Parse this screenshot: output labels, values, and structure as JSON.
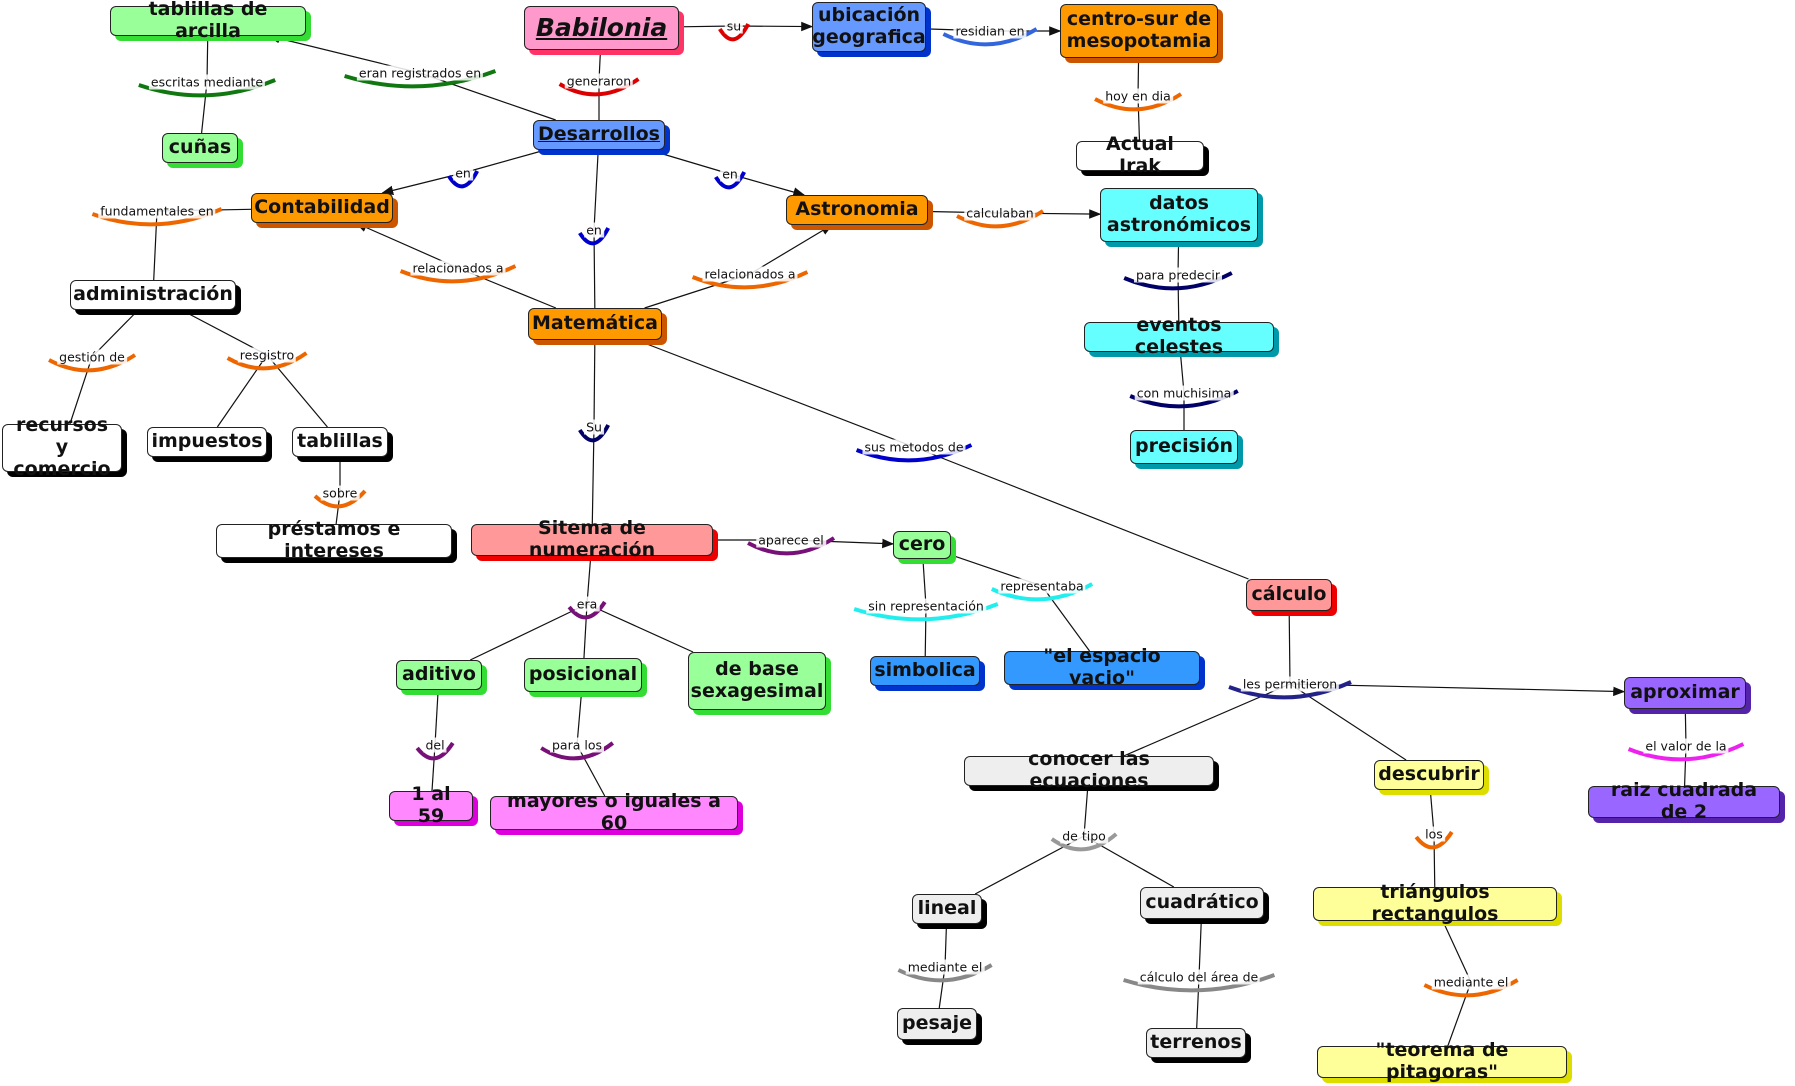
{
  "colors": {
    "pink": "#ff99cc",
    "blue": "#6699ff",
    "orange": "#ff9900",
    "green": "#99ff99",
    "cyan": "#66ffff",
    "white": "#ffffff",
    "salmon": "#ff9999",
    "darkblue": "#3399ff",
    "magenta": "#ff88ff",
    "purple": "#9966ff",
    "yellow": "#ffff99",
    "grey": "#eeeeee"
  },
  "concepts": [
    {
      "id": "babilonia",
      "text": "Babilonia",
      "color": "pink",
      "shadow": "#ff3366"
    },
    {
      "id": "ubicacion",
      "text": "ubicación geografica",
      "color": "blue",
      "shadow": "#0033cc"
    },
    {
      "id": "centro_sur",
      "text": "centro-sur de mesopotamia",
      "color": "orange",
      "shadow": "#cc5500"
    },
    {
      "id": "actual_irak",
      "text": "Actual Irak",
      "color": "white",
      "shadow": "#000000"
    },
    {
      "id": "tablillas_arcilla",
      "text": "tablillas de arcilla",
      "color": "green",
      "shadow": "#33dd33"
    },
    {
      "id": "cunas",
      "text": "cuñas",
      "color": "green",
      "shadow": "#33dd33"
    },
    {
      "id": "desarrollos",
      "text": "Desarrollos",
      "color": "blue",
      "shadow": "#0033cc"
    },
    {
      "id": "contabilidad",
      "text": "Contabilidad",
      "color": "orange",
      "shadow": "#cc5500"
    },
    {
      "id": "astronomia",
      "text": "Astronomia",
      "color": "orange",
      "shadow": "#cc5500"
    },
    {
      "id": "datos_astro",
      "text": "datos astronómicos",
      "color": "cyan",
      "shadow": "#0099aa"
    },
    {
      "id": "eventos",
      "text": "eventos celestes",
      "color": "cyan",
      "shadow": "#0099aa"
    },
    {
      "id": "precision",
      "text": "precisión",
      "color": "cyan",
      "shadow": "#0099aa"
    },
    {
      "id": "administracion",
      "text": "administración",
      "color": "white",
      "shadow": "#000000"
    },
    {
      "id": "recursos",
      "text": "recursos y comercio",
      "color": "white",
      "shadow": "#000000"
    },
    {
      "id": "impuestos",
      "text": "impuestos",
      "color": "white",
      "shadow": "#000000"
    },
    {
      "id": "tablillas",
      "text": "tablillas",
      "color": "white",
      "shadow": "#000000"
    },
    {
      "id": "prestamos",
      "text": "préstamos e intereses",
      "color": "white",
      "shadow": "#000000"
    },
    {
      "id": "matematica",
      "text": "Matemática",
      "color": "orange",
      "shadow": "#cc5500"
    },
    {
      "id": "sistema",
      "text": "Sitema de numeración",
      "color": "salmon",
      "shadow": "#ee0000"
    },
    {
      "id": "cero",
      "text": "cero",
      "color": "green",
      "shadow": "#33dd33"
    },
    {
      "id": "simbolica",
      "text": "simbolica",
      "color": "darkblue",
      "shadow": "#0033cc"
    },
    {
      "id": "espacio",
      "text": "\"el espacio vacio\"",
      "color": "darkblue",
      "shadow": "#0033cc"
    },
    {
      "id": "calculo",
      "text": "cálculo",
      "color": "salmon",
      "shadow": "#ee0000"
    },
    {
      "id": "aditivo",
      "text": "aditivo",
      "color": "green",
      "shadow": "#33dd33"
    },
    {
      "id": "posicional",
      "text": "posicional",
      "color": "green",
      "shadow": "#33dd33"
    },
    {
      "id": "sexagesimal",
      "text": "de base sexagesimal",
      "color": "green",
      "shadow": "#33dd33"
    },
    {
      "id": "uno_59",
      "text": "1 al 59",
      "color": "magenta",
      "shadow": "#dd00dd"
    },
    {
      "id": "mayores60",
      "text": "mayores o iguales a 60",
      "color": "magenta",
      "shadow": "#dd00dd"
    },
    {
      "id": "aproximar",
      "text": "aproximar",
      "color": "purple",
      "shadow": "#5522aa"
    },
    {
      "id": "raiz",
      "text": "raiz cuadrada de 2",
      "color": "purple",
      "shadow": "#5522aa"
    },
    {
      "id": "conocer",
      "text": "conocer las ecuaciones",
      "color": "grey",
      "shadow": "#000000"
    },
    {
      "id": "descubrir",
      "text": "descubrir",
      "color": "yellow",
      "shadow": "#dddd00"
    },
    {
      "id": "lineal",
      "text": "lineal",
      "color": "grey",
      "shadow": "#000000"
    },
    {
      "id": "cuadratico",
      "text": "cuadrático",
      "color": "grey",
      "shadow": "#000000"
    },
    {
      "id": "pesaje",
      "text": "pesaje",
      "color": "grey",
      "shadow": "#000000"
    },
    {
      "id": "terrenos",
      "text": "terrenos",
      "color": "grey",
      "shadow": "#000000"
    },
    {
      "id": "triangulos",
      "text": "triángulos rectangulos",
      "color": "yellow",
      "shadow": "#dddd00"
    },
    {
      "id": "pitagoras",
      "text": "\"teorema de pitagoras\"",
      "color": "yellow",
      "shadow": "#dddd00"
    }
  ],
  "connectors": [
    {
      "id": "su",
      "text": "su",
      "arc": "#dd0000"
    },
    {
      "id": "residian",
      "text": "residian en",
      "arc": "#3366dd"
    },
    {
      "id": "hoy",
      "text": "hoy en dia",
      "arc": "#ee6600"
    },
    {
      "id": "generaron",
      "text": "generaron",
      "arc": "#dd0000"
    },
    {
      "id": "eran_reg",
      "text": "eran registrados en",
      "arc": "#117711"
    },
    {
      "id": "escritas",
      "text": "escritas mediante",
      "arc": "#117711"
    },
    {
      "id": "en1",
      "text": "en",
      "arc": "#0000cc"
    },
    {
      "id": "en2",
      "text": "en",
      "arc": "#0000cc"
    },
    {
      "id": "en3",
      "text": "en",
      "arc": "#0000cc"
    },
    {
      "id": "calculaban",
      "text": "calculaban",
      "arc": "#ee6600"
    },
    {
      "id": "para_predecir",
      "text": "para predecir",
      "arc": "#000066"
    },
    {
      "id": "con_much",
      "text": "con muchisima",
      "arc": "#000066"
    },
    {
      "id": "fundamentales",
      "text": "fundamentales en",
      "arc": "#ee6600"
    },
    {
      "id": "rel1",
      "text": "relacionados a",
      "arc": "#ee6600"
    },
    {
      "id": "rel2",
      "text": "relacionados a",
      "arc": "#ee6600"
    },
    {
      "id": "gestion",
      "text": "gestión de",
      "arc": "#ee6600"
    },
    {
      "id": "resgistro",
      "text": "resgistro",
      "arc": "#ee6600"
    },
    {
      "id": "sobre",
      "text": "sobre",
      "arc": "#ee6600"
    },
    {
      "id": "Su2",
      "text": "Su",
      "arc": "#000066"
    },
    {
      "id": "sus_metodos",
      "text": "sus metodos de",
      "arc": "#0000cc"
    },
    {
      "id": "aparece",
      "text": "aparece el",
      "arc": "#771177"
    },
    {
      "id": "sin_rep",
      "text": "sin representación",
      "arc": "#22eeee"
    },
    {
      "id": "representaba",
      "text": "representaba",
      "arc": "#22eeee"
    },
    {
      "id": "era",
      "text": "era",
      "arc": "#771177"
    },
    {
      "id": "del",
      "text": "del",
      "arc": "#771177"
    },
    {
      "id": "para_los",
      "text": "para los",
      "arc": "#771177"
    },
    {
      "id": "les_perm",
      "text": "les permitieron",
      "arc": "#222288"
    },
    {
      "id": "el_valor",
      "text": "el valor de la",
      "arc": "#ee22ee"
    },
    {
      "id": "de_tipo",
      "text": "de tipo",
      "arc": "#999999"
    },
    {
      "id": "los",
      "text": "los",
      "arc": "#ee6600"
    },
    {
      "id": "mediante1",
      "text": "mediante el",
      "arc": "#888888"
    },
    {
      "id": "calc_area",
      "text": "cálculo del área de",
      "arc": "#888888"
    },
    {
      "id": "mediante2",
      "text": "mediante el",
      "arc": "#ee6600"
    }
  ]
}
